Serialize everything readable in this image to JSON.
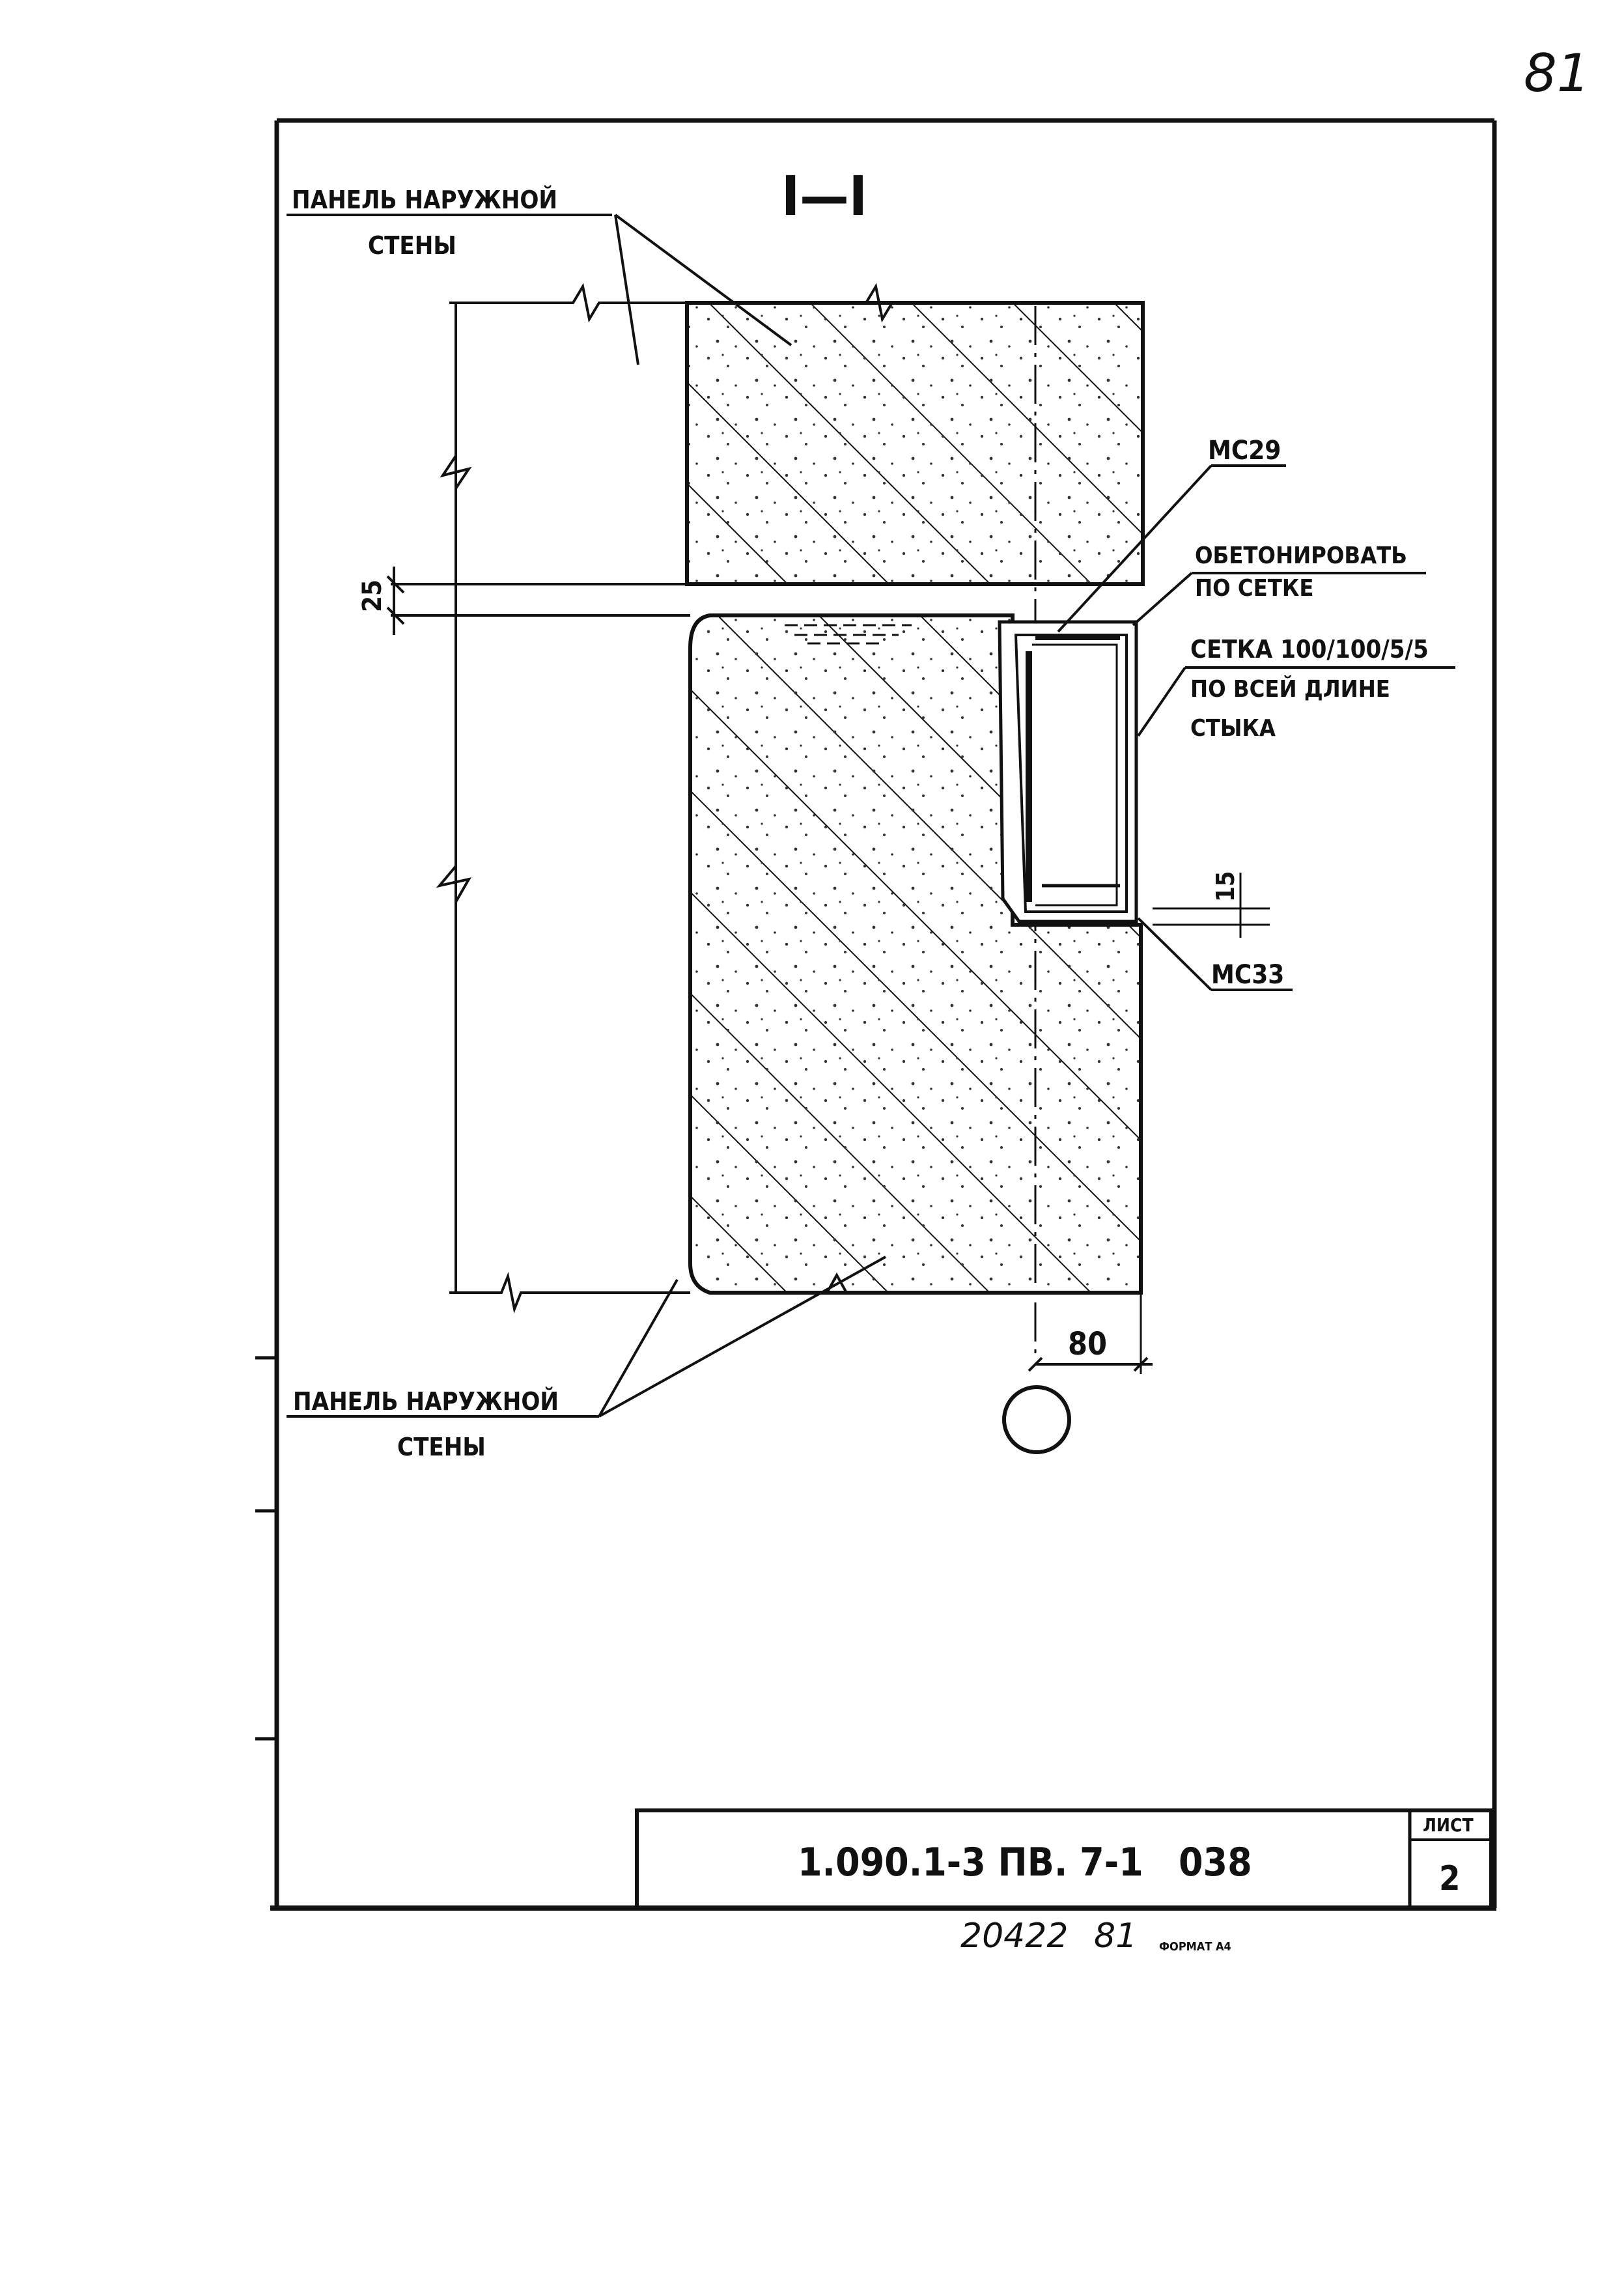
{
  "page_number": "81",
  "section_title": "I—I",
  "labels": {
    "panel_top_line1": "ПАНЕЛЬ НАРУЖНОЙ",
    "panel_top_line2": "СТЕНЫ",
    "panel_bottom_line1": "ПАНЕЛЬ НАРУЖНОЙ",
    "panel_bottom_line2": "СТЕНЫ",
    "mc29": "МС29",
    "concrete_line1": "ОБЕТОНИРОВАТЬ",
    "concrete_line2": "ПО СЕТКЕ",
    "mesh_line1": "СЕТКА 100/100/5/5",
    "mesh_line2": "ПО ВСЕЙ ДЛИНЕ",
    "mesh_line3": "СТЫКА",
    "mc33": "МС33"
  },
  "dimensions": {
    "gap": "25",
    "offset": "15",
    "axis_offset": "80"
  },
  "title_block": {
    "code": "1.090.1-3 ПВ. 7-1",
    "number": "038",
    "sheet_label": "ЛИСТ",
    "sheet_number": "2"
  },
  "footer": {
    "inventory": "20422",
    "page_ref": "81",
    "format": "ФОРМАТ А4"
  }
}
